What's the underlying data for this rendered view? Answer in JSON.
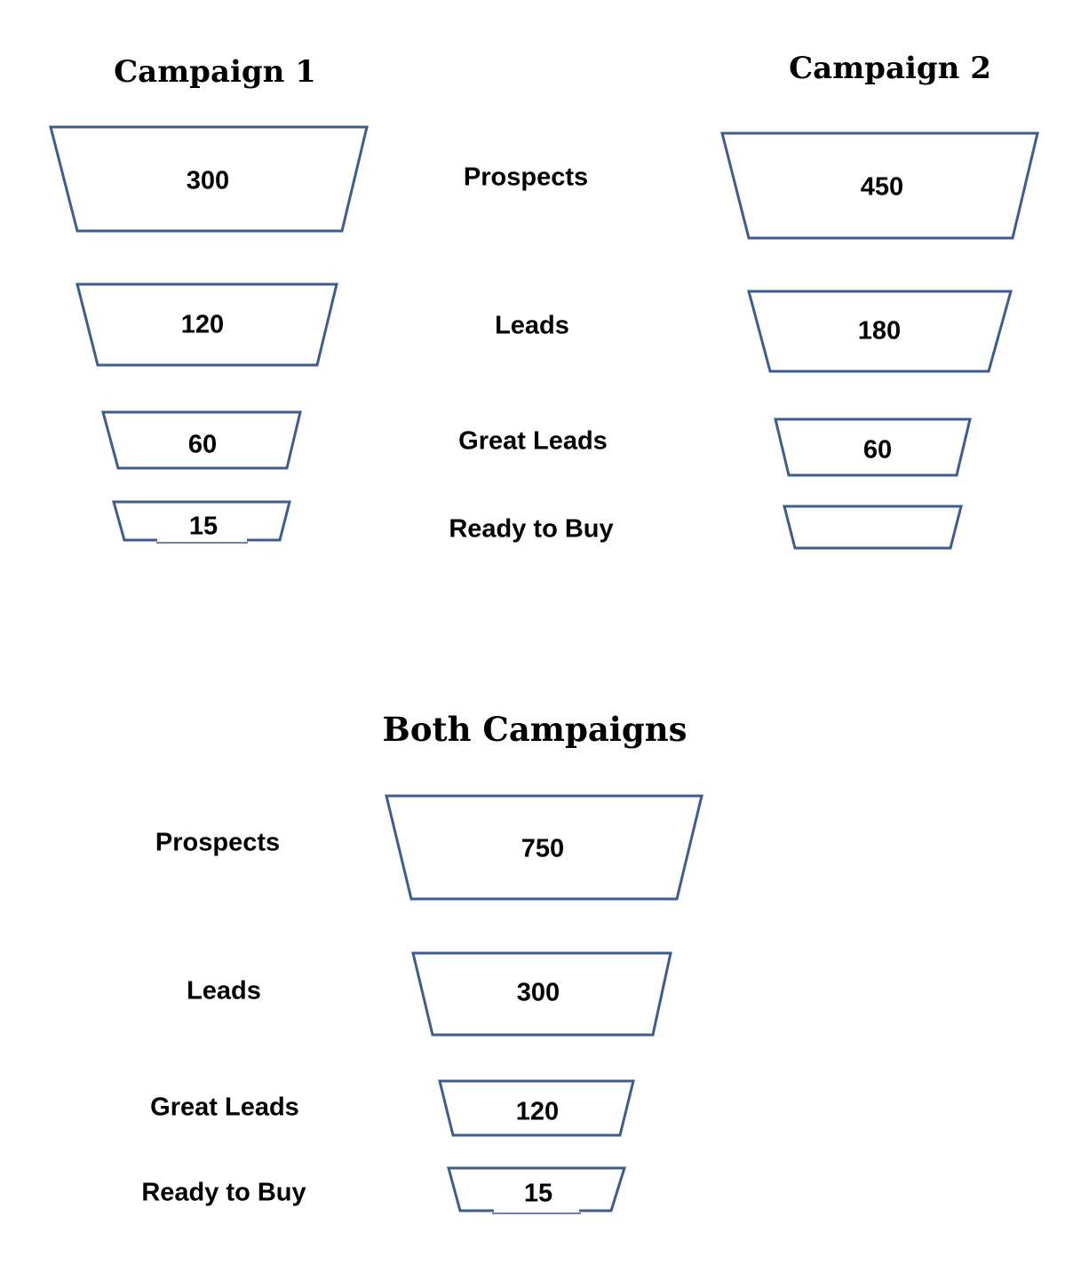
{
  "colors": {
    "funnel_border": "#3D5C8F",
    "text": "#000000",
    "background": "#FFFFFF"
  },
  "sections": {
    "top": {
      "left_funnel_title": "Campaign 1",
      "right_funnel_title": "Campaign 2",
      "stage_labels": [
        "Prospects",
        "Leads",
        "Great Leads",
        "Ready to Buy"
      ]
    },
    "bottom": {
      "title": "Both Campaigns",
      "stage_labels": [
        "Prospects",
        "Leads",
        "Great Leads",
        "Ready to Buy"
      ]
    }
  },
  "chart_data": [
    {
      "type": "funnel",
      "title": "Campaign 1",
      "categories": [
        "Prospects",
        "Leads",
        "Great Leads",
        "Ready to Buy"
      ],
      "values": [
        300,
        120,
        60,
        15
      ],
      "labels_position": "shared-center-column"
    },
    {
      "type": "funnel",
      "title": "Campaign 2",
      "categories": [
        "Prospects",
        "Leads",
        "Great Leads",
        "Ready to Buy"
      ],
      "values": [
        450,
        180,
        60,
        null
      ],
      "labels_position": "shared-center-column"
    },
    {
      "type": "funnel",
      "title": "Both Campaigns",
      "categories": [
        "Prospects",
        "Leads",
        "Great Leads",
        "Ready to Buy"
      ],
      "values": [
        750,
        300,
        120,
        15
      ],
      "labels_position": "left-of-funnel"
    }
  ]
}
